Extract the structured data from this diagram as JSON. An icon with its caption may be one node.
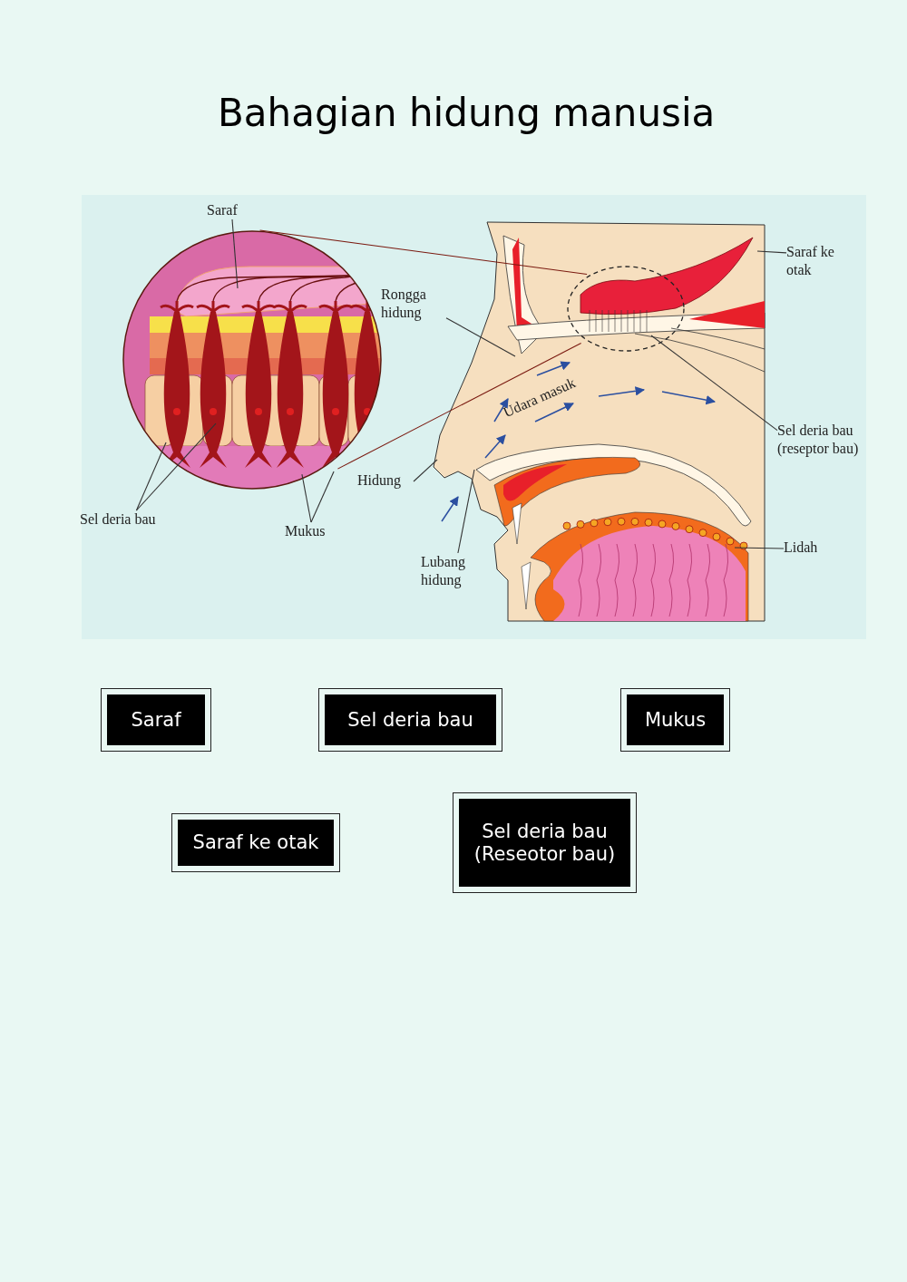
{
  "diagram": {
    "title": "Bahagian hidung manusia",
    "nodes": [
      {
        "text": [
          "Saraf"
        ]
      },
      {
        "text": [
          "Rongga hidung"
        ]
      },
      {
        "text": [
          "Hidung"
        ]
      },
      {
        "text": [
          "Lubang hidung"
        ]
      },
      {
        "text": [
          "Sel deria bau"
        ]
      },
      {
        "text": [
          "Mukus"
        ]
      },
      {
        "text": [
          "Saraf ke otak"
        ]
      },
      {
        "text": [
          "Sel deria bau (reseptor bau)"
        ]
      },
      {
        "text": [
          "Lidah"
        ]
      },
      {
        "text": [],
        "shape": "circle"
      },
      {
        "text": [],
        "shape": "circle"
      },
      {
        "text": [
          "Saraf"
        ]
      },
      {
        "text": [
          "Sel deria bau"
        ]
      },
      {
        "text": [
          "Mukus"
        ]
      },
      {
        "text": [
          "Saraf ke otak"
        ]
      },
      {
        "text": [
          "Sel deria bau (Reseotor bau)"
        ]
      }
    ],
    "edges": [
      {
        "from": 0,
        "to": 9,
        "arrow": "none"
      },
      {
        "from": 1,
        "to": null,
        "arrow": "none"
      },
      {
        "from": 2,
        "to": null,
        "arrow": "none"
      },
      {
        "from": 3,
        "to": null,
        "arrow": "none"
      },
      {
        "from": 4,
        "to": 9,
        "arrow": "none"
      },
      {
        "from": 4,
        "to": 9,
        "arrow": "none"
      },
      {
        "from": 5,
        "to": 9,
        "arrow": "none"
      },
      {
        "from": 5,
        "to": 9,
        "arrow": "none"
      },
      {
        "from": 6,
        "to": null,
        "arrow": "none"
      },
      {
        "from": 7,
        "to": 10,
        "arrow": "none"
      },
      {
        "from": 8,
        "to": null,
        "arrow": "none"
      },
      {
        "from": 9,
        "to": 10,
        "arrow": "none",
        "color": "#7a1a10"
      },
      {
        "from": 9,
        "to": 10,
        "arrow": "none",
        "color": "#7a1a10"
      }
    ],
    "labels": [
      "Udara masuk"
    ]
  }
}
